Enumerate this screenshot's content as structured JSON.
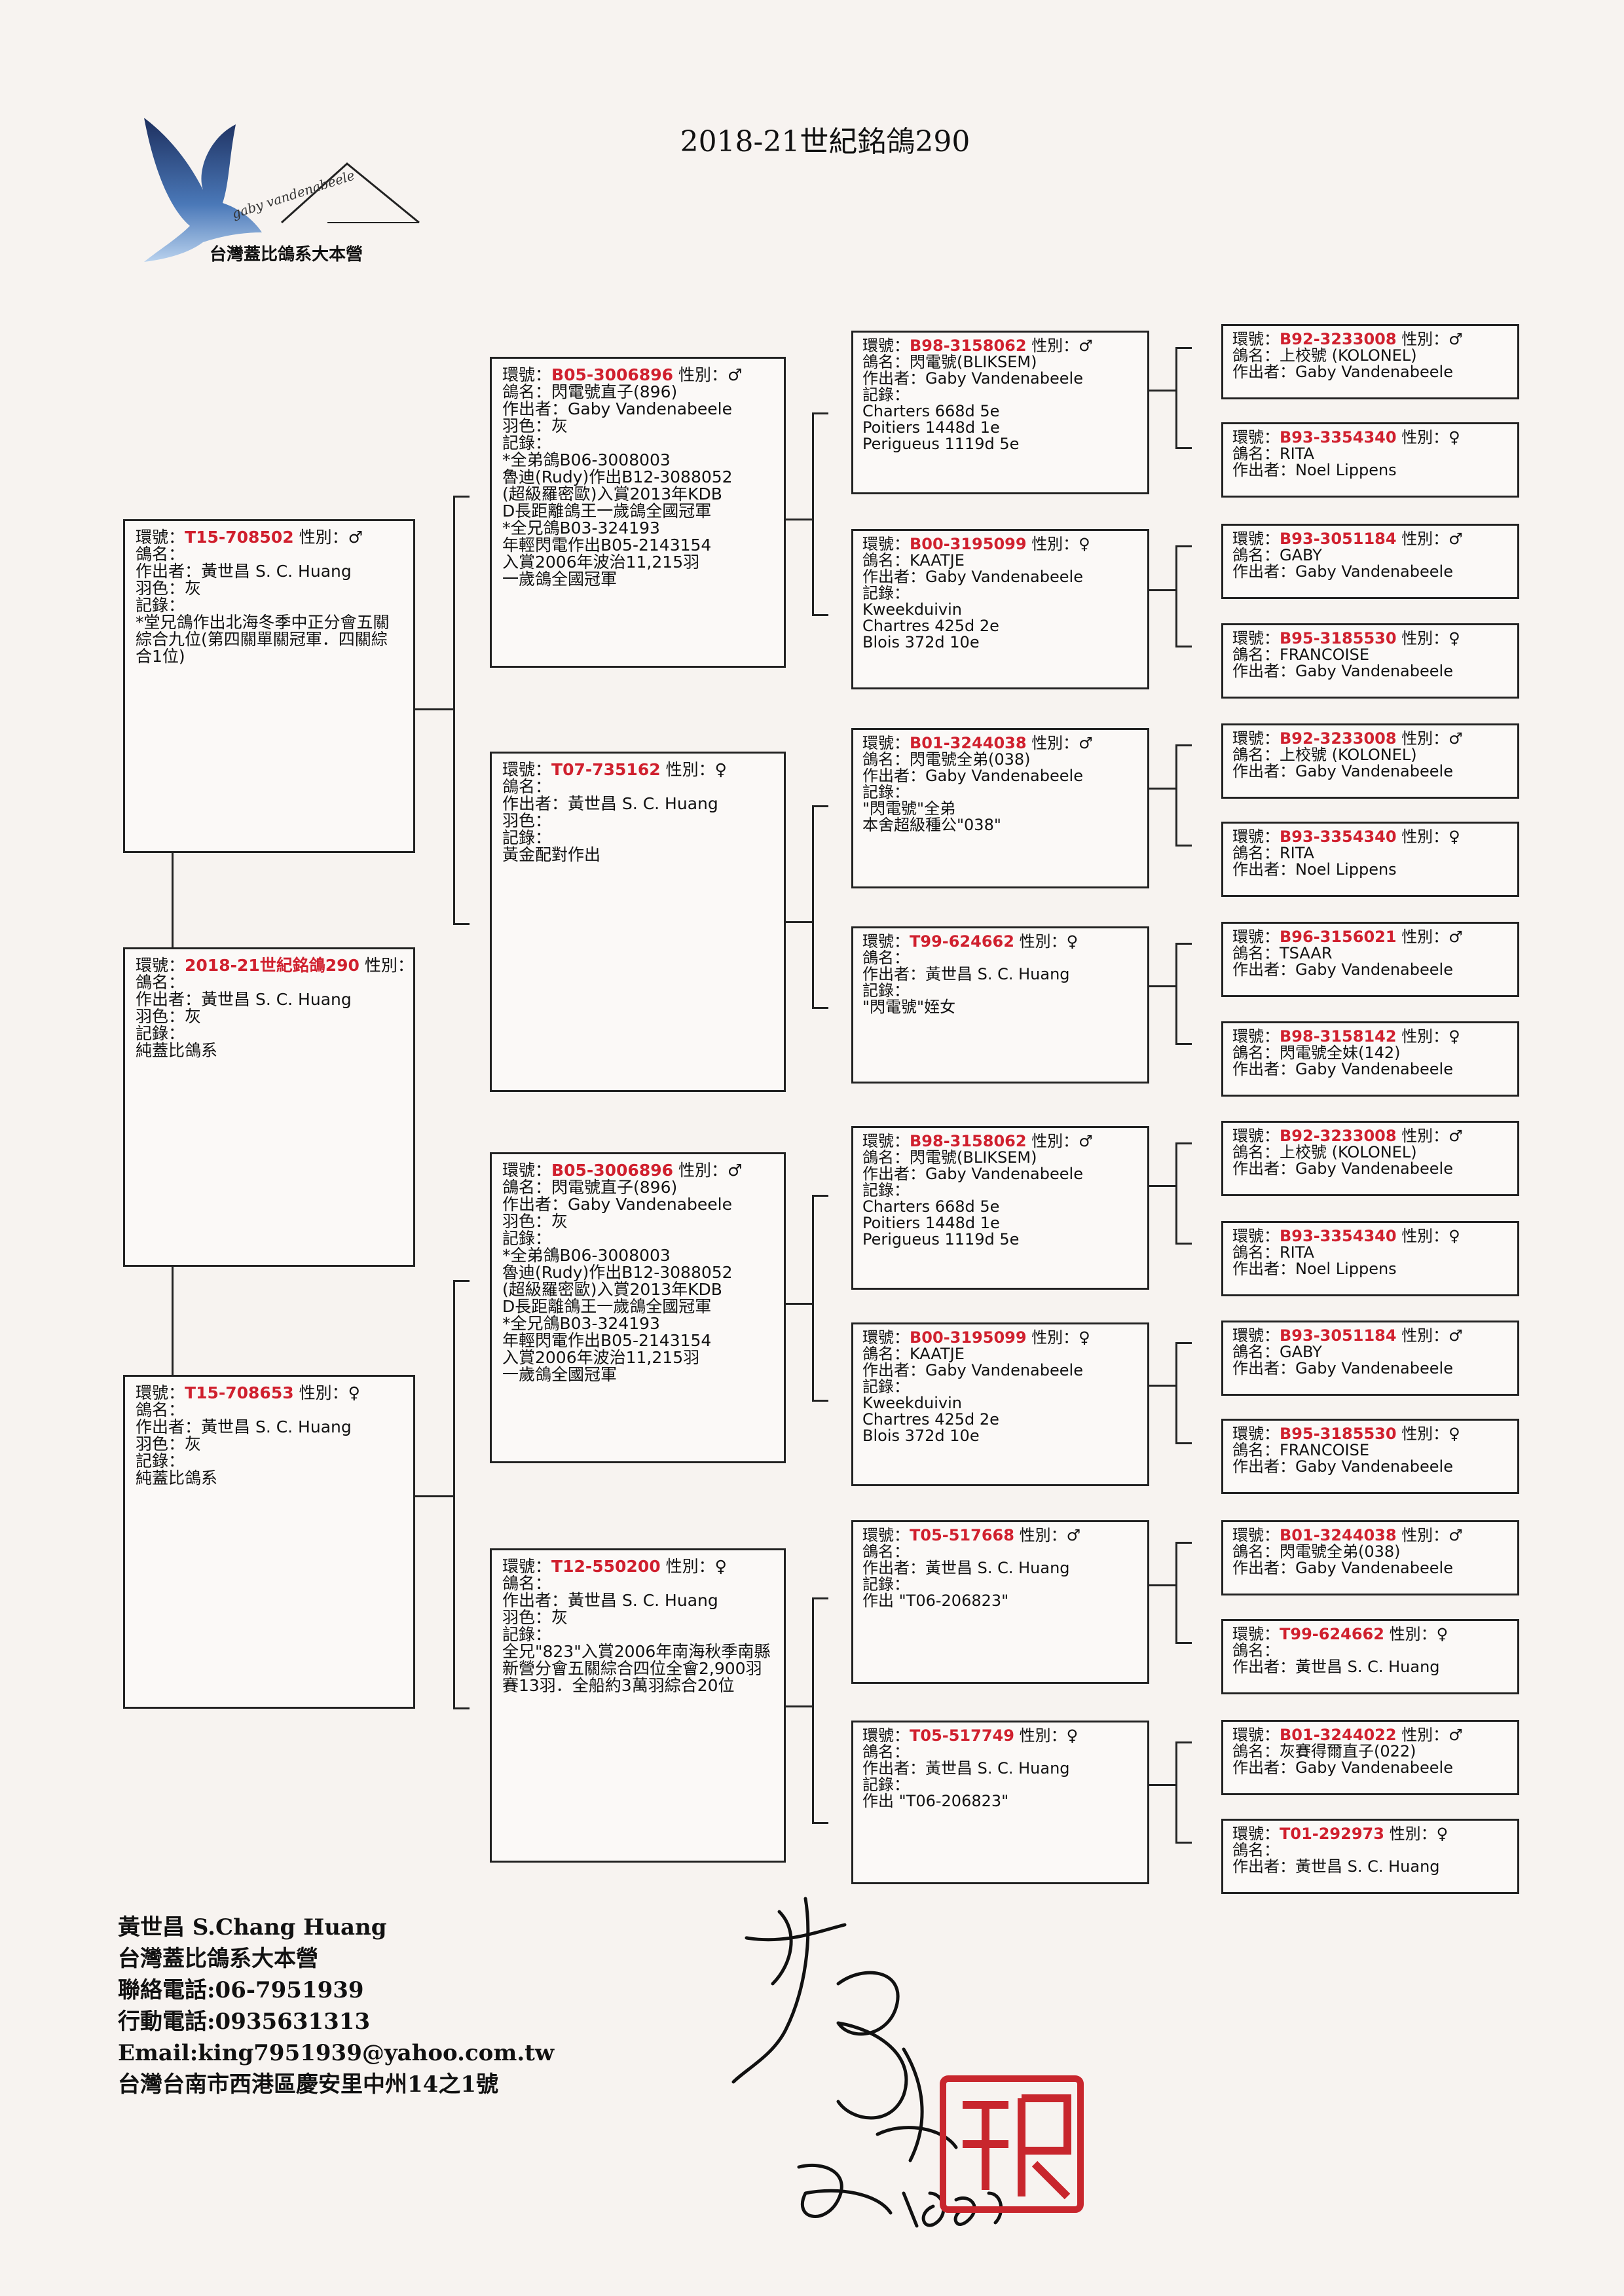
{
  "title": "2018-21世紀銘鴿290",
  "logo": {
    "script": "gaby vandenabeele",
    "caption": "台灣蓋比鴿系大本營"
  },
  "boxes": {
    "subject": {
      "ring": "2018-21世紀銘鴿290",
      "ring_prefix": "環號：",
      "sex": "性別：未知",
      "lines": [
        "鴿名：",
        "作出者：黃世昌 S. C. Huang",
        "羽色：灰",
        "記錄：",
        "純蓋比鴿系"
      ]
    },
    "sire": {
      "ring": "T15-708502",
      "ring_prefix": "環號：",
      "sex": "性別：♂",
      "lines": [
        "鴿名：",
        "作出者：黃世昌 S. C. Huang",
        "羽色：灰",
        "記錄：",
        "*堂兄鴿作出北海冬季中正分會五關綜合九位(第四關單關冠軍．四關綜合1位)"
      ]
    },
    "dam": {
      "ring": "T15-708653",
      "ring_prefix": "環號：",
      "sex": "性別：♀",
      "lines": [
        "鴿名：",
        "作出者：黃世昌 S. C. Huang",
        "羽色：灰",
        "記錄：",
        "純蓋比鴿系"
      ]
    },
    "ss": {
      "ring": "B05-3006896",
      "ring_prefix": "環號：",
      "sex": "性別：♂",
      "lines": [
        "鴿名：閃電號直子(896)",
        "作出者：Gaby Vandenabeele",
        "羽色：灰",
        "記錄：",
        "*全弟鴿B06-3008003",
        "魯迪(Rudy)作出B12-3088052",
        "(超級羅密歐)入賞2013年KDB",
        "D長距離鴿王一歲鴿全國冠軍",
        "*全兄鴿B03-324193",
        "年輕閃電作出B05-2143154",
        "入賞2006年波治11,215羽",
        "一歲鴿全國冠軍"
      ]
    },
    "sd": {
      "ring": "T07-735162",
      "ring_prefix": "環號：",
      "sex": "性別：♀",
      "lines": [
        "鴿名：",
        "作出者：黃世昌 S. C. Huang",
        "羽色：",
        "記錄：",
        "黃金配對作出"
      ]
    },
    "ds": {
      "ring": "B05-3006896",
      "ring_prefix": "環號：",
      "sex": "性別：♂",
      "lines": [
        "鴿名：閃電號直子(896)",
        "作出者：Gaby Vandenabeele",
        "羽色：灰",
        "記錄：",
        "*全弟鴿B06-3008003",
        "魯迪(Rudy)作出B12-3088052",
        "(超級羅密歐)入賞2013年KDB",
        "D長距離鴿王一歲鴿全國冠軍",
        "*全兄鴿B03-324193",
        "年輕閃電作出B05-2143154",
        "入賞2006年波治11,215羽",
        "一歲鴿全國冠軍"
      ]
    },
    "dd": {
      "ring": "T12-550200",
      "ring_prefix": "環號：",
      "sex": "性別：♀",
      "lines": [
        "鴿名：",
        "作出者：黃世昌 S. C. Huang",
        "羽色：灰",
        "記錄：",
        "全兄\"823\"入賞2006年南海秋季南縣新營分會五關綜合四位全會2,900羽賽13羽．全船約3萬羽綜合20位"
      ]
    },
    "g1": {
      "ring": "B98-3158062",
      "ring_prefix": "環號：",
      "sex": "性別：♂",
      "lines": [
        "鴿名：閃電號(BLIKSEM)",
        "作出者：Gaby Vandenabeele",
        "記錄：",
        "Charters 668d 5e",
        "Poitiers 1448d 1e",
        "Perigueus 1119d 5e"
      ]
    },
    "g2": {
      "ring": "B00-3195099",
      "ring_prefix": "環號：",
      "sex": "性別：♀",
      "lines": [
        "鴿名：KAATJE",
        "作出者：Gaby Vandenabeele",
        "記錄：",
        "Kweekduivin",
        "Chartres 425d 2e",
        "Blois 372d 10e"
      ]
    },
    "g3": {
      "ring": "B01-3244038",
      "ring_prefix": "環號：",
      "sex": "性別：♂",
      "lines": [
        "鴿名：閃電號全弟(038)",
        "作出者：Gaby Vandenabeele",
        "記錄：",
        "\"閃電號\"全弟",
        "本舍超級種公\"038\""
      ]
    },
    "g4": {
      "ring": "T99-624662",
      "ring_prefix": "環號：",
      "sex": "性別：♀",
      "lines": [
        "鴿名：",
        "作出者：黃世昌 S. C. Huang",
        "記錄：",
        "\"閃電號\"姪女"
      ]
    },
    "g5": {
      "ring": "B98-3158062",
      "ring_prefix": "環號：",
      "sex": "性別：♂",
      "lines": [
        "鴿名：閃電號(BLIKSEM)",
        "作出者：Gaby Vandenabeele",
        "記錄：",
        "Charters 668d 5e",
        "Poitiers 1448d 1e",
        "Perigueus 1119d 5e"
      ]
    },
    "g6": {
      "ring": "B00-3195099",
      "ring_prefix": "環號：",
      "sex": "性別：♀",
      "lines": [
        "鴿名：KAATJE",
        "作出者：Gaby Vandenabeele",
        "記錄：",
        "Kweekduivin",
        "Chartres 425d 2e",
        "Blois 372d 10e"
      ]
    },
    "g7": {
      "ring": "T05-517668",
      "ring_prefix": "環號：",
      "sex": "性別：♂",
      "lines": [
        "鴿名：",
        "作出者：黃世昌 S. C. Huang",
        "記錄：",
        "作出 \"T06-206823\""
      ]
    },
    "g8": {
      "ring": "T05-517749",
      "ring_prefix": "環號：",
      "sex": "性別：♀",
      "lines": [
        "鴿名：",
        "作出者：黃世昌 S. C. Huang",
        "記錄：",
        "作出 \"T06-206823\""
      ]
    },
    "gg1": {
      "ring": "B92-3233008",
      "ring_prefix": "環號：",
      "sex": "性別：♂",
      "lines": [
        "鴿名：上校號 (KOLONEL)",
        "作出者：Gaby Vandenabeele"
      ]
    },
    "gg2": {
      "ring": "B93-3354340",
      "ring_prefix": "環號：",
      "sex": "性別：♀",
      "lines": [
        "鴿名：RITA",
        "作出者：Noel Lippens"
      ]
    },
    "gg3": {
      "ring": "B93-3051184",
      "ring_prefix": "環號：",
      "sex": "性別：♂",
      "lines": [
        "鴿名：GABY",
        "作出者：Gaby Vandenabeele"
      ]
    },
    "gg4": {
      "ring": "B95-3185530",
      "ring_prefix": "環號：",
      "sex": "性別：♀",
      "lines": [
        "鴿名：FRANCOISE",
        "作出者：Gaby Vandenabeele"
      ]
    },
    "gg5": {
      "ring": "B92-3233008",
      "ring_prefix": "環號：",
      "sex": "性別：♂",
      "lines": [
        "鴿名：上校號 (KOLONEL)",
        "作出者：Gaby Vandenabeele"
      ]
    },
    "gg6": {
      "ring": "B93-3354340",
      "ring_prefix": "環號：",
      "sex": "性別：♀",
      "lines": [
        "鴿名：RITA",
        "作出者：Noel Lippens"
      ]
    },
    "gg7": {
      "ring": "B96-3156021",
      "ring_prefix": "環號：",
      "sex": "性別：♂",
      "lines": [
        "鴿名：TSAAR",
        "作出者：Gaby Vandenabeele"
      ]
    },
    "gg8": {
      "ring": "B98-3158142",
      "ring_prefix": "環號：",
      "sex": "性別：♀",
      "lines": [
        "鴿名：閃電號全妹(142)",
        "作出者：Gaby Vandenabeele"
      ]
    },
    "gg9": {
      "ring": "B92-3233008",
      "ring_prefix": "環號：",
      "sex": "性別：♂",
      "lines": [
        "鴿名：上校號 (KOLONEL)",
        "作出者：Gaby Vandenabeele"
      ]
    },
    "gg10": {
      "ring": "B93-3354340",
      "ring_prefix": "環號：",
      "sex": "性別：♀",
      "lines": [
        "鴿名：RITA",
        "作出者：Noel Lippens"
      ]
    },
    "gg11": {
      "ring": "B93-3051184",
      "ring_prefix": "環號：",
      "sex": "性別：♂",
      "lines": [
        "鴿名：GABY",
        "作出者：Gaby Vandenabeele"
      ]
    },
    "gg12": {
      "ring": "B95-3185530",
      "ring_prefix": "環號：",
      "sex": "性別：♀",
      "lines": [
        "鴿名：FRANCOISE",
        "作出者：Gaby Vandenabeele"
      ]
    },
    "gg13": {
      "ring": "B01-3244038",
      "ring_prefix": "環號：",
      "sex": "性別：♂",
      "lines": [
        "鴿名：閃電號全弟(038)",
        "作出者：Gaby Vandenabeele"
      ]
    },
    "gg14": {
      "ring": "T99-624662",
      "ring_prefix": "環號：",
      "sex": "性別：♀",
      "lines": [
        "鴿名：",
        "作出者：黃世昌 S. C. Huang"
      ]
    },
    "gg15": {
      "ring": "B01-3244022",
      "ring_prefix": "環號：",
      "sex": "性別：♂",
      "lines": [
        "鴿名：灰賽得爾直子(022)",
        "作出者：Gaby Vandenabeele"
      ]
    },
    "gg16": {
      "ring": "T01-292973",
      "ring_prefix": "環號：",
      "sex": "性別：♀",
      "lines": [
        "鴿名：",
        "作出者：黃世昌 S. C. Huang"
      ]
    }
  },
  "footer": {
    "name": "黃世昌 S.Chang Huang",
    "org": "台灣蓋比鴿系大本營",
    "phone": "聯絡電話:06-7951939",
    "mobile": "行動電話:0935631313",
    "email": "Email:king7951939@yahoo.com.tw",
    "address": "台灣台南市西港區慶安里中州14之1號"
  },
  "colors": {
    "ring": "#d0202e",
    "seal": "#c8262d",
    "border": "#222222",
    "paper": "#f7f3f0"
  }
}
